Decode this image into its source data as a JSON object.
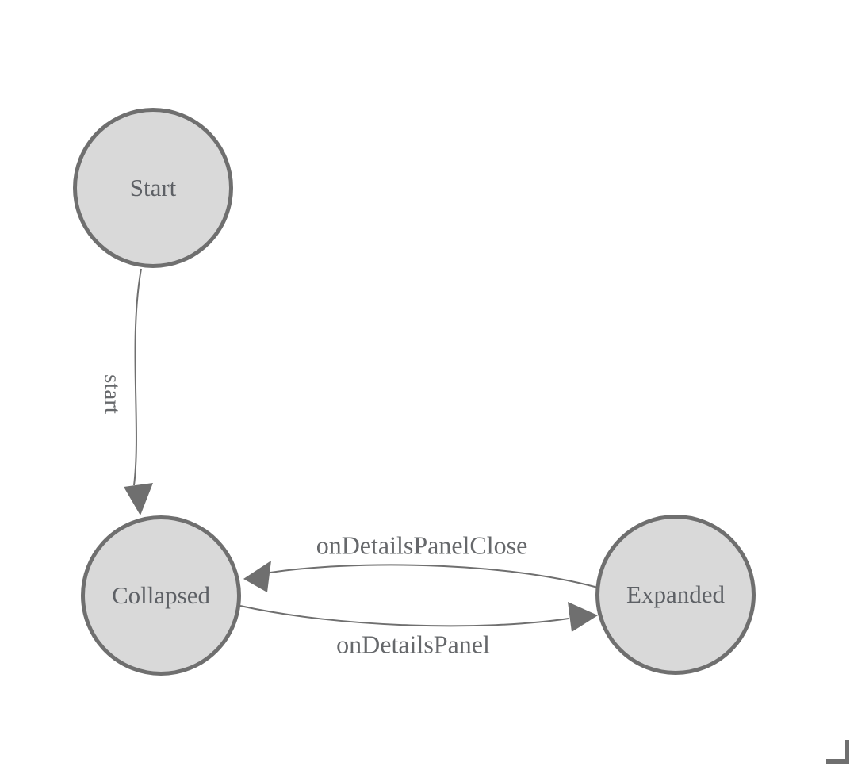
{
  "diagram": {
    "nodes": [
      {
        "label": "Start"
      },
      {
        "label": "Collapsed"
      },
      {
        "label": "Expanded"
      }
    ],
    "edges": [
      {
        "from": "Start",
        "to": "Collapsed",
        "label": "start"
      },
      {
        "from": "Expanded",
        "to": "Collapsed",
        "label": "onDetailsPanelClose"
      },
      {
        "from": "Collapsed",
        "to": "Expanded",
        "label": "onDetailsPanel"
      }
    ]
  },
  "colors": {
    "background": "#ffffff",
    "node_fill": "#d9d9d9",
    "node_border": "#6f6f6f",
    "node_text": "#5d6065",
    "edge_stroke": "#6f6f6f",
    "edge_text": "#66686b",
    "scrollbar_thumb": "#6f6f6f"
  }
}
